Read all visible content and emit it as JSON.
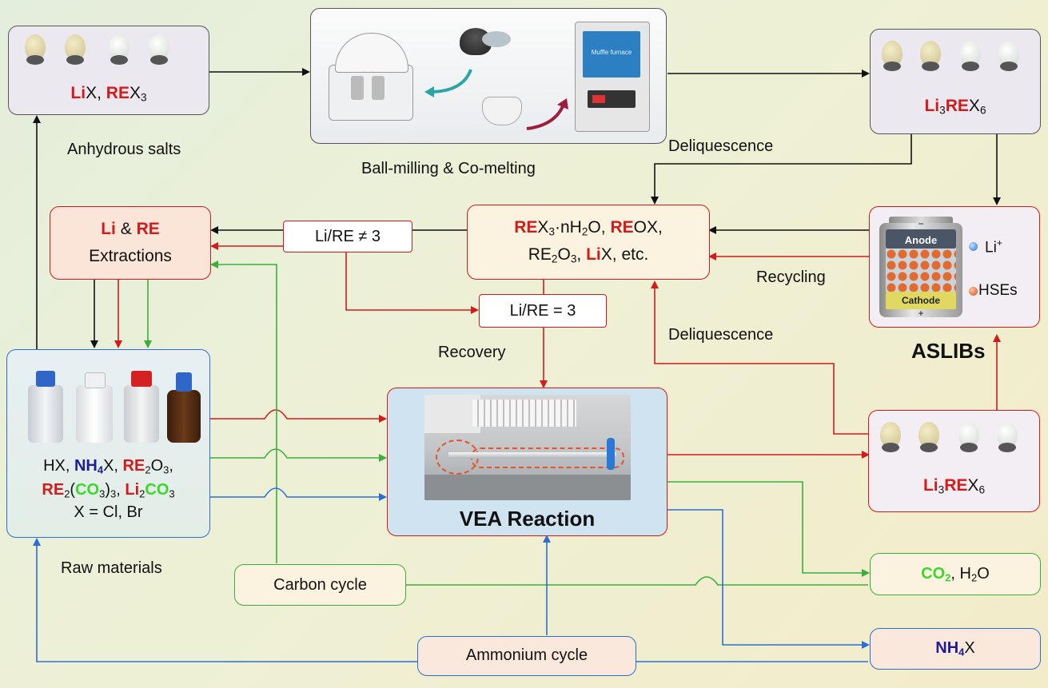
{
  "colors": {
    "red": "#d41a1a",
    "green": "#3aaf3a",
    "blue": "#2b6fd6",
    "black": "#111111",
    "box_lilac": "#ece8f0",
    "box_peach": "#fbe4d8",
    "box_cream": "#fbf3e0",
    "box_blue": "#cfe4f0"
  },
  "icons": [
    "powder-pile",
    "ball-mill",
    "crucible",
    "muffle-furnace",
    "battery",
    "reagent-bottle",
    "vea-apparatus-photo"
  ],
  "anhydrous": {
    "part1": "Li",
    "part2": "X, ",
    "part3": "RE",
    "part4": "X",
    "sub": "3",
    "caption": "Anhydrous salts"
  },
  "ballmill": {
    "caption": "Ball-milling  &  Co-melting",
    "furnace_label": "Muffle furnace"
  },
  "product_top": {
    "li": "Li",
    "n3": "3",
    "re": "RE",
    "x": "X",
    "n6": "6"
  },
  "product_bottom": {
    "li": "Li",
    "n3": "3",
    "re": "RE",
    "x": "X",
    "n6": "6"
  },
  "extractions": {
    "li": "Li",
    "amp": " & ",
    "re": "RE",
    "line2": "Extractions"
  },
  "ratio_ne": "Li/RE ≠ 3",
  "ratio_eq": "Li/RE = 3",
  "hydrate": {
    "l1_re": "RE",
    "l1_x": "X",
    "l1_sub3": "3",
    "l1_n": "·nH",
    "l1_sub2": "2",
    "l1_o": "O, ",
    "l1_re2": "RE",
    "l1_ox": "OX,",
    "l2_re": "RE",
    "l2_sub2": "2",
    "l2_o": "O",
    "l2_sub3": "3",
    "l2_comma": ", ",
    "l2_li": "Li",
    "l2_x": "X, etc."
  },
  "battery": {
    "anode": "Anode",
    "cathode": "Cathode",
    "minus": "−",
    "plus": "+",
    "li": "Li",
    "li_sup": "+",
    "hses": "HSEs",
    "caption": "ASLIBs"
  },
  "labels": {
    "deliquescence_top": "Deliquescence",
    "deliquescence_mid": "Deliquescence",
    "recycling": "Recycling",
    "recovery": "Recovery"
  },
  "raw": {
    "l1_a": "HX, ",
    "l1_nh": "NH",
    "l1_sub4": "4",
    "l1_x": "X, ",
    "l1_re": "RE",
    "l1_sub2": "2",
    "l1_o": "O",
    "l1_sub3": "3",
    "l1_comma": ",",
    "l2_re": "RE",
    "l2_sub2": "2",
    "l2_paren": "(",
    "l2_co": "CO",
    "l2_sub3": "3",
    "l2_close": ")",
    "l2_sub3b": "3",
    "l2_comma": ", ",
    "l2_li": "Li",
    "l2_sub2b": "2",
    "l2_co2": "CO",
    "l2_sub3c": "3",
    "l3": "X = Cl, Br",
    "caption": "Raw materials"
  },
  "vea": {
    "title": "VEA Reaction"
  },
  "carbon_cycle": "Carbon cycle",
  "ammonium_cycle": "Ammonium cycle",
  "co2_out": {
    "co": "CO",
    "sub2": "2",
    "comma": ", ",
    "h": "H",
    "hsub2": "2",
    "o": "O"
  },
  "nh4x_out": {
    "nh": "NH",
    "sub4": "4",
    "x": "X"
  }
}
